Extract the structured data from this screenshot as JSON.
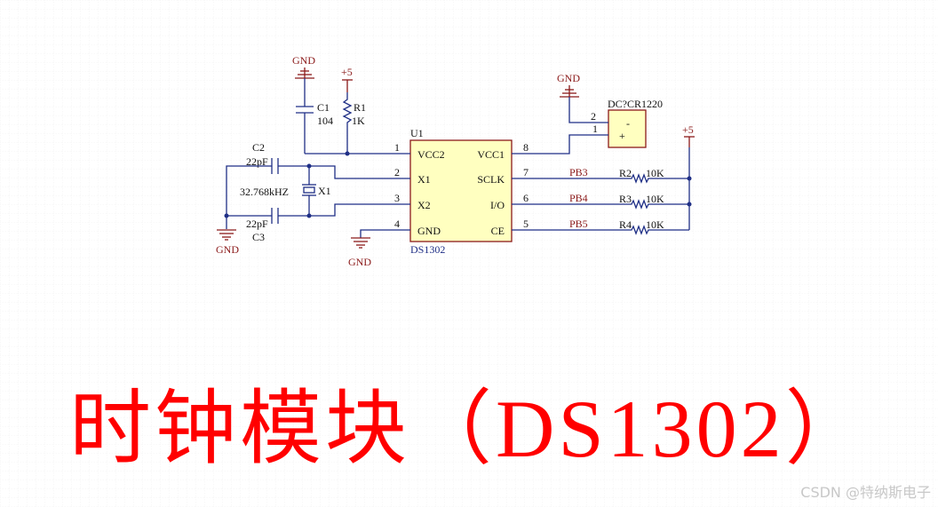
{
  "components": {
    "u1": {
      "ref": "U1",
      "part": "DS1302",
      "pins": {
        "p1": {
          "num": "1",
          "name": "VCC2"
        },
        "p2": {
          "num": "2",
          "name": "X1"
        },
        "p3": {
          "num": "3",
          "name": "X2"
        },
        "p4": {
          "num": "4",
          "name": "GND"
        },
        "p5": {
          "num": "5",
          "name": "CE"
        },
        "p6": {
          "num": "6",
          "name": "I/O"
        },
        "p7": {
          "num": "7",
          "name": "SCLK"
        },
        "p8": {
          "num": "8",
          "name": "VCC1"
        }
      }
    },
    "c1": {
      "ref": "C1",
      "value": "104"
    },
    "r1": {
      "ref": "R1",
      "value": "1K"
    },
    "c2": {
      "ref": "C2",
      "value": "22pF"
    },
    "c3": {
      "ref": "C3",
      "value": "22pF"
    },
    "x1": {
      "ref": "X1",
      "value": "32.768kHZ"
    },
    "bat": {
      "label": "DC?CR1220",
      "pin2": "2",
      "pin1": "1",
      "minus": "-",
      "plus": "+"
    },
    "r2": {
      "ref": "R2",
      "value": "10K"
    },
    "r3": {
      "ref": "R3",
      "value": "10K"
    },
    "r4": {
      "ref": "R4",
      "value": "10K"
    }
  },
  "nets": {
    "gnd": "GND",
    "vcc": "+5",
    "pb3": "PB3",
    "pb4": "PB4",
    "pb5": "PB5"
  },
  "title": "时钟模块（DS1302）",
  "watermark": "CSDN @特纳斯电子",
  "colors": {
    "wire": "#1f2f86",
    "power": "#8b1a1a",
    "chip_fill": "#ffffc0",
    "chip_border": "#8b1a1a",
    "title": "#ff0000",
    "grid": "#e3e3e3"
  }
}
